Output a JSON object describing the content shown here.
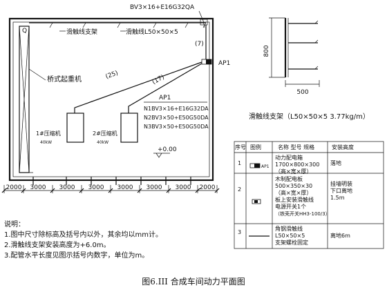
{
  "plan": {
    "top_cable_label": "BV3×16+E16G32QA",
    "crane_mark": "Q",
    "trolley_support_label": "滑触线支架",
    "trolley_line_label": "滑触线L50×50×5",
    "len_7": "(7)",
    "len_25": "(25)",
    "len_17": "(17)",
    "ap1_right": "AP1",
    "crane_label": "桥式起重机",
    "ap1_label": "AP1",
    "circuit_n1": "N1BV3×16+E16G32DA",
    "circuit_n2": "N2BV3×50+E50G50DA",
    "circuit_n3": "N3BV3×50+E50G50DA",
    "compressor_1": "1#压缩机",
    "compressor_1_power": "40kW",
    "compressor_2": "2#压缩机",
    "compressor_2_power": "40kW",
    "elevation": "+0.00",
    "spans": [
      "2000",
      "3000",
      "3000",
      "3000",
      "3000",
      "3000",
      "3000",
      "2000"
    ]
  },
  "detail": {
    "height_dim": "800",
    "width_dim": "500",
    "title": "滑触线支架（L50×50×5  3.77kg/m）"
  },
  "legend": {
    "headers": {
      "no": "序号",
      "symbol": "图例",
      "name": "名称 型号 规格",
      "install": "安装高度"
    },
    "rows": [
      {
        "no": "1",
        "symbol_text": "AP1",
        "name_lines": [
          "动力配电箱",
          "1700×800×300",
          "（高×宽×厚）"
        ],
        "install_lines": [
          "落地"
        ]
      },
      {
        "no": "2",
        "symbol_text": "",
        "name_lines": [
          "木制配电板",
          "500×350×30",
          "（高×宽×厚）",
          "板上安装滑触线",
          "电源开关1个",
          "（铁壳开关HH3-100/3）"
        ],
        "install_lines": [
          "挂墙明装",
          "下口离地",
          "1.5m"
        ]
      },
      {
        "no": "3",
        "symbol_text": "",
        "name_lines": [
          "角钢滑触线",
          "L50×50×5",
          "支架螺栓固定"
        ],
        "install_lines": [
          "离地6m"
        ]
      }
    ]
  },
  "notes": {
    "title": "说明：",
    "lines": [
      "1.图中尺寸除标高及括号内以外，其余均以mm计。",
      "2.滑触线支架安装高度为+6.0m。",
      "3.配管水平长度见图示括号内数字，单位为m。"
    ]
  },
  "caption": "图6.III  合成车间动力平面图"
}
